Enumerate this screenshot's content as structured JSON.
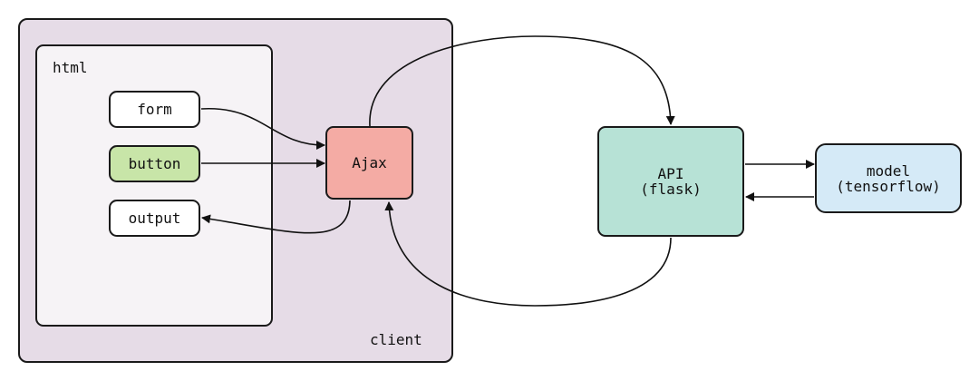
{
  "diagram": {
    "containers": {
      "client": "client",
      "html": "html"
    },
    "nodes": {
      "form": "form",
      "button": "button",
      "output": "output",
      "ajax": "Ajax",
      "api": "API\n(flask)",
      "model": "model\n(tensorflow)"
    },
    "edges": [
      {
        "from": "form",
        "to": "Ajax"
      },
      {
        "from": "button",
        "to": "Ajax"
      },
      {
        "from": "Ajax",
        "to": "output"
      },
      {
        "from": "Ajax",
        "to": "API"
      },
      {
        "from": "API",
        "to": "Ajax"
      },
      {
        "from": "API",
        "to": "model"
      },
      {
        "from": "model",
        "to": "API"
      }
    ],
    "colors": {
      "client": "#e6dce7",
      "html": "#f6f3f6",
      "button": "#c8e5a8",
      "ajax": "#f4aba4",
      "api": "#b7e2d6",
      "model": "#d5eaf7",
      "stroke": "#1a1a1a"
    }
  }
}
